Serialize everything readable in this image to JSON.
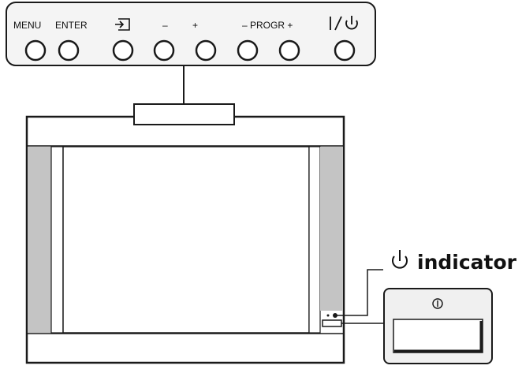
{
  "control_panel": {
    "labels": {
      "menu": "MENU",
      "enter": "ENTER",
      "input_icon": "input-select-icon",
      "vol_minus": "–",
      "vol_plus": "+",
      "progr": "– PROGR +",
      "power": "I/⏻"
    },
    "buttons": [
      "menu",
      "enter",
      "input",
      "volume-minus",
      "volume-plus",
      "program-minus",
      "program-plus",
      "power"
    ]
  },
  "callout": {
    "indicator_label": "indicator",
    "indicator_icon": "power-standby-icon",
    "switch_icon": "main-power-icon"
  },
  "colors": {
    "line": "#1a1a1a",
    "panel_fill": "#f4f4f4",
    "speaker_grille": "#c4c4c4",
    "inset_fill": "#f0f0f0"
  }
}
